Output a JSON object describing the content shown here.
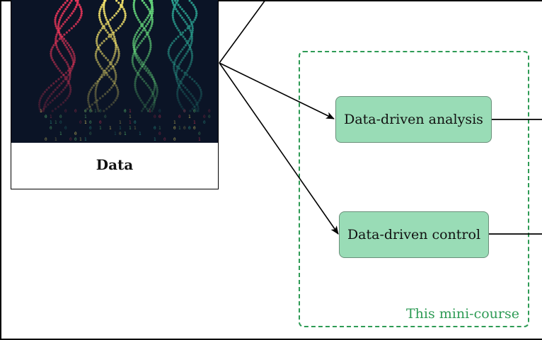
{
  "data_card": {
    "caption": "Data",
    "art_icon": "data-streams-illustration"
  },
  "nodes": {
    "analysis": "Data-driven analysis",
    "control": "Data-driven control"
  },
  "group": {
    "label": "This mini-course"
  },
  "colors": {
    "node_fill": "#99dcb6",
    "node_border": "#6a8f7a",
    "group_border": "#2e9b55",
    "art_background": "#0b1426",
    "stream_colors": [
      "#e8365a",
      "#f4e36b",
      "#63d47a",
      "#2a9e8e"
    ]
  }
}
